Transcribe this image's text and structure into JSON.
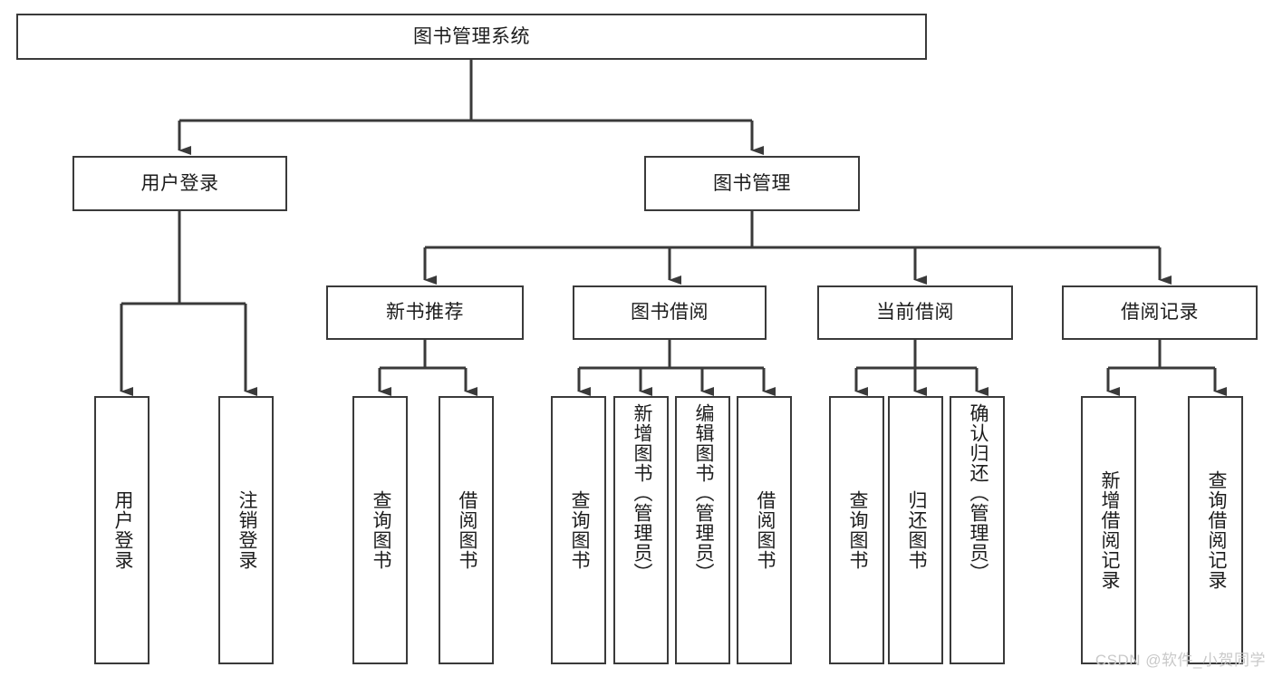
{
  "diagram": {
    "title": "图书管理系统",
    "type": "tree",
    "background_color": "#ffffff",
    "line_color": "#3a3a3a",
    "text_color": "#1c1c1c",
    "watermark": "CSDN @软件_小贺同学",
    "watermark_color": "#c9c9c9"
  },
  "root": {
    "label": "图书管理系统"
  },
  "level2": [
    {
      "label": "用户登录"
    },
    {
      "label": "图书管理"
    }
  ],
  "level3": [
    {
      "label": "新书推荐"
    },
    {
      "label": "图书借阅"
    },
    {
      "label": "当前借阅"
    },
    {
      "label": "借阅记录"
    }
  ],
  "leaves": {
    "user_login": [
      {
        "label": "用户登录"
      },
      {
        "label": "注销登录"
      }
    ],
    "new_book_recommend": [
      {
        "label": "查询图书"
      },
      {
        "label": "借阅图书"
      }
    ],
    "book_borrow": [
      {
        "label": "查询图书"
      },
      {
        "label": "新增图书（管理员）"
      },
      {
        "label": "编辑图书（管理员）"
      },
      {
        "label": "借阅图书"
      }
    ],
    "current_borrow": [
      {
        "label": "查询图书"
      },
      {
        "label": "归还图书"
      },
      {
        "label": "确认归还（管理员）"
      }
    ],
    "borrow_record": [
      {
        "label": "新增借阅记录"
      },
      {
        "label": "查询借阅记录"
      }
    ]
  }
}
